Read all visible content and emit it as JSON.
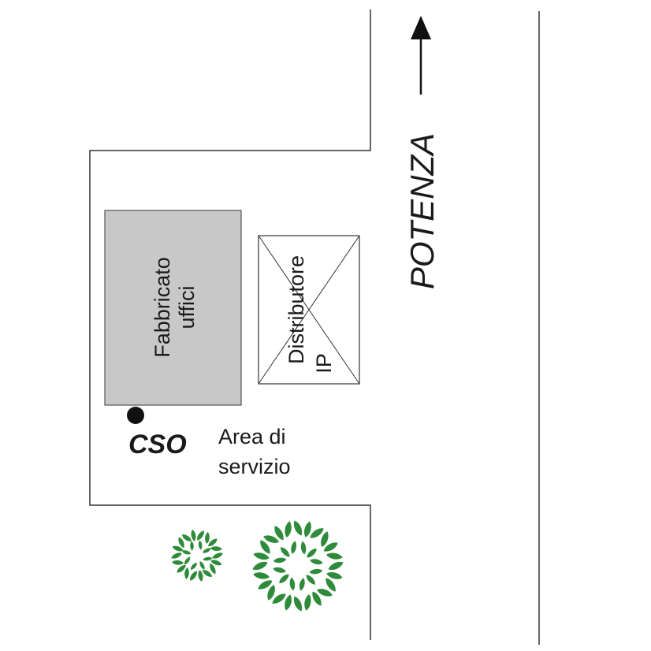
{
  "colors": {
    "line": "#333333",
    "building_fill": "#c8c8c8",
    "tree_green": "#2e8b3a",
    "marker": "#111111"
  },
  "road": {
    "label": "POTENZA",
    "direction_icon": "arrow-up-icon"
  },
  "building": {
    "line1": "Fabbricato",
    "line2": "uffici"
  },
  "distributor": {
    "line1": "Distributore",
    "line2": "IP"
  },
  "cso": {
    "label": "CSO"
  },
  "service_area": {
    "line1": "Area di",
    "line2": "servizio"
  },
  "trees": {
    "icon": "tree-icon",
    "count": 2
  }
}
